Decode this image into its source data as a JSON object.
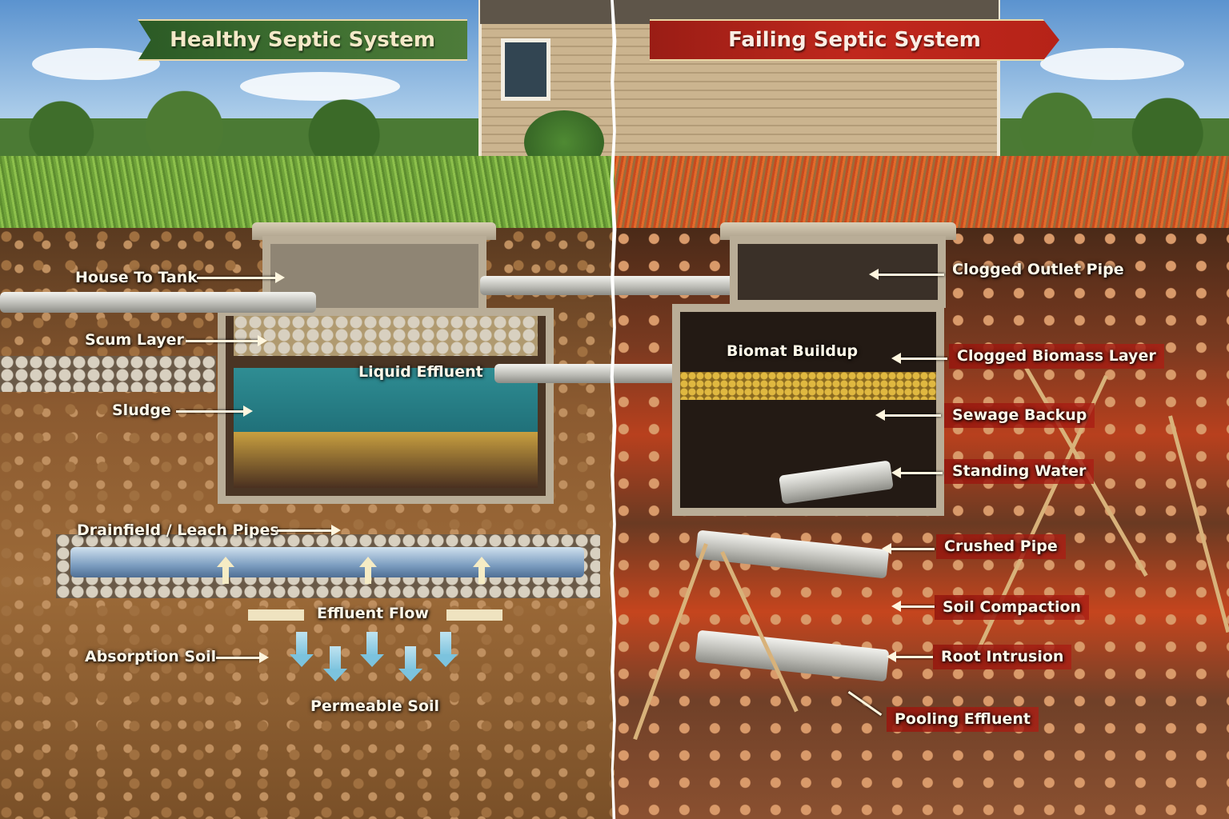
{
  "banners": {
    "healthy": "Healthy Septic System",
    "failing": "Failing Septic System"
  },
  "colors": {
    "healthy_banner": "#3d6e30",
    "failing_banner": "#c0281d",
    "label_text": "#fff8e8",
    "water": "#2f8d93",
    "soil_healthy": "#9c6a38",
    "soil_failing": "#b8401e"
  },
  "healthy_labels": {
    "house_to_tank": "House To Tank",
    "scum_layer": "Scum Layer",
    "liquid_effluent": "Liquid Effluent",
    "sludge": "Sludge",
    "drainfield": "Drainfield / Leach Pipes",
    "effluent_flow": "Effluent Flow",
    "absorption_soil": "Absorption Soil",
    "permeable_soil": "Permeable Soil"
  },
  "failing_labels": {
    "clogged_outlet_pipe": "Clogged Outlet Pipe",
    "biomat_buildup": "Biomat Buildup",
    "clogged_biomass_layer": "Clogged Biomass Layer",
    "sewage_backup": "Sewage Backup",
    "standing_water": "Standing Water",
    "crushed_pipe": "Crushed Pipe",
    "soil_compaction": "Soil Compaction",
    "root_intrusion": "Root Intrusion",
    "pooling_effluent": "Pooling Effluent"
  }
}
